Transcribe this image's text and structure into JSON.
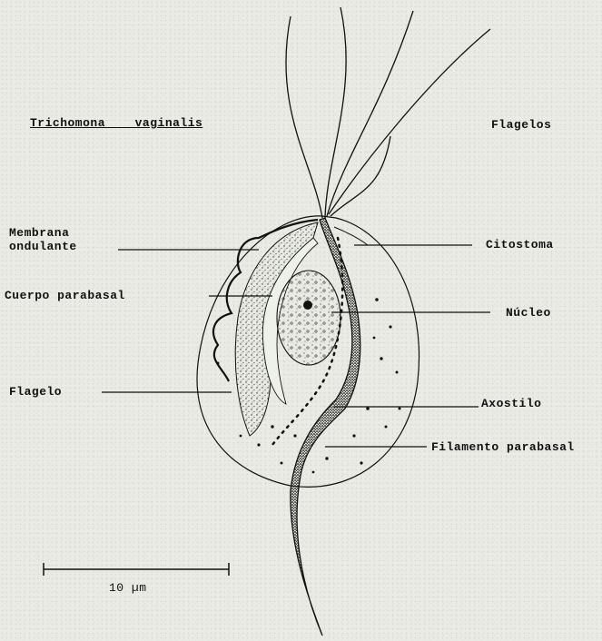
{
  "diagram": {
    "title": "Trichomona  vaginalis",
    "labels": {
      "flagelos": "Flagelos",
      "membrana": "Membrana\nondulante",
      "citostoma": "Citostoma",
      "cuerpo_parabasal": "Cuerpo parabasal",
      "nucleo": "Núcleo",
      "flagelo": "Flagelo",
      "axostilo": "Axostilo",
      "filamento_parabasal": "Filamento parabasal"
    },
    "scale_bar": "10 µm"
  }
}
